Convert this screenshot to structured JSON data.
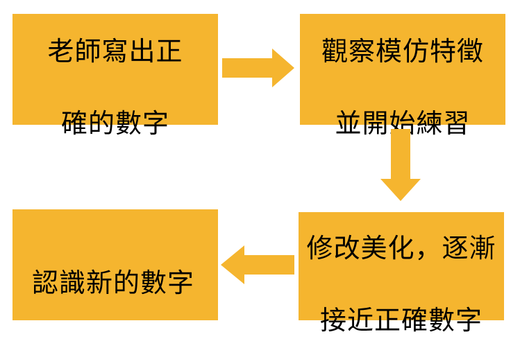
{
  "steps": [
    {
      "line1": "老師寫出正",
      "line2": "確的數字"
    },
    {
      "line1": "觀察模仿特徵",
      "line2": "並開始練習"
    },
    {
      "line1": "修改美化，逐漸",
      "line2": "接近正確數字"
    },
    {
      "line1": "認識新的數字",
      "line2": ""
    }
  ],
  "colors": {
    "box_fill": "#F5B52F",
    "arrow_fill": "#F5B52F",
    "text": "#000000"
  }
}
